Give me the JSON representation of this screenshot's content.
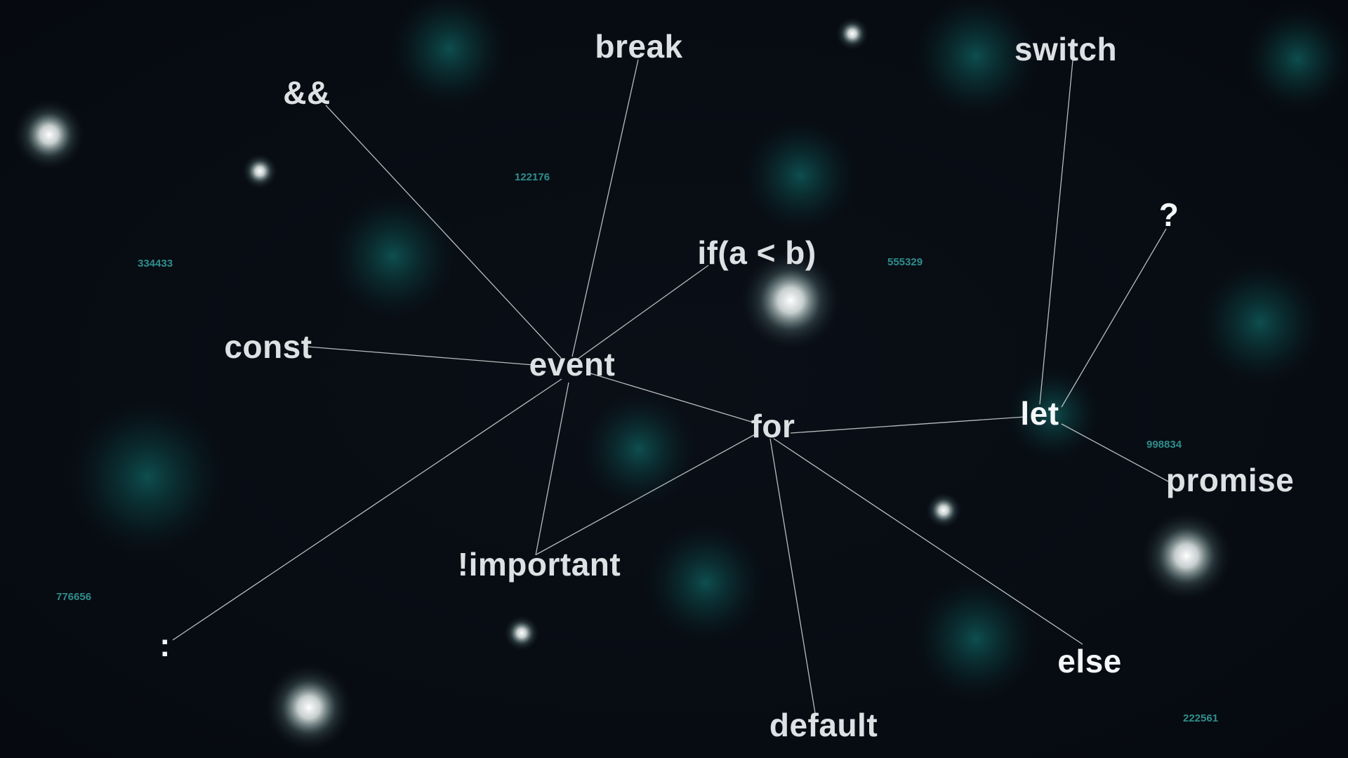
{
  "nodes": [
    {
      "id": "event",
      "label": "event"
    },
    {
      "id": "break",
      "label": "break"
    },
    {
      "id": "and",
      "label": "&&"
    },
    {
      "id": "switch",
      "label": "switch"
    },
    {
      "id": "if",
      "label": "if(a < b)"
    },
    {
      "id": "const",
      "label": "const"
    },
    {
      "id": "for",
      "label": "for"
    },
    {
      "id": "let",
      "label": "let"
    },
    {
      "id": "question",
      "label": "?"
    },
    {
      "id": "promise",
      "label": "promise"
    },
    {
      "id": "important",
      "label": "!important"
    },
    {
      "id": "colon",
      "label": ":"
    },
    {
      "id": "else",
      "label": "else"
    },
    {
      "id": "default",
      "label": "default"
    }
  ],
  "edges": [
    [
      "event",
      "break"
    ],
    [
      "event",
      "and"
    ],
    [
      "event",
      "if"
    ],
    [
      "event",
      "const"
    ],
    [
      "event",
      "for"
    ],
    [
      "event",
      "important"
    ],
    [
      "event",
      "colon"
    ],
    [
      "for",
      "let"
    ],
    [
      "for",
      "important"
    ],
    [
      "for",
      "else"
    ],
    [
      "for",
      "default"
    ],
    [
      "let",
      "switch"
    ],
    [
      "let",
      "question"
    ],
    [
      "let",
      "promise"
    ]
  ],
  "numbers": [
    "122176",
    "334433",
    "555329",
    "998834",
    "776656",
    "222561"
  ],
  "colors": {
    "background": "#070b12",
    "text": "#dde1e4",
    "edge": "#d7dbdd",
    "number": "#2f8e8c",
    "glow_teal": "#0e4f4f",
    "glow_white": "#ffffff"
  }
}
